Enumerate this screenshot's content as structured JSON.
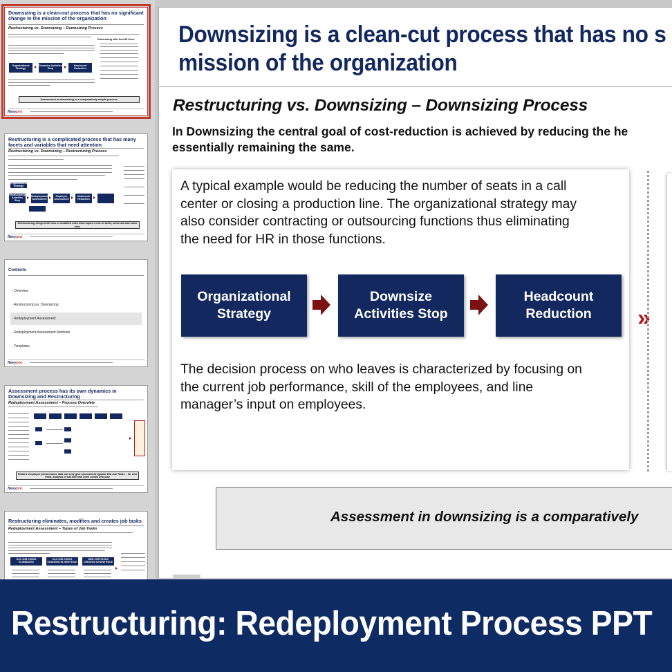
{
  "slide": {
    "title_line1": "Downsizing is a clean-cut process that has no s",
    "title_line2": "mission of the organization",
    "subtitle": "Restructuring vs. Downsizing – Downsizing Process",
    "lead_line1": "In Downsizing the central goal of cost-reduction is achieved by reducing the he",
    "lead_line2": "essentially remaining the same.",
    "para1_lines": [
      "A typical example would be reducing the number of seats in a call",
      "center or closing a production line.  The organizational strategy may",
      "also consider contracting or outsourcing functions thus eliminating",
      "the need for HR in those functions."
    ],
    "steps": [
      {
        "line1": "Organizational",
        "line2": "Strategy"
      },
      {
        "line1": "Downsize",
        "line2": "Activities Stop"
      },
      {
        "line1": "Headcount",
        "line2": "Reduction"
      }
    ],
    "para2_lines": [
      "The decision process on who leaves is characterized by focusing on",
      "the current job performance, skill of the employees, and line",
      "manager’s input on employees."
    ],
    "chevron": "»",
    "callout": "Assessment in downsizing is a comparatively"
  },
  "thumbnails": [
    {
      "title": "Downsizing is a clean-out process that has no significant change in the mission of the organization",
      "subtitle": "Restructuring vs. Downsizing – Downsizing Process",
      "boxes": [
        "Organizational Strategy",
        "Downsize Activities Stop",
        "Headcount Reduction"
      ],
      "right_heading": "Downsizing with benefit from:",
      "callout": "Assessment in downsizing is a comparatively simple process.",
      "selected": true
    },
    {
      "title": "Restructuring is a complicated process that has many facets and variables that need attention",
      "subtitle": "Restructuring vs. Downsizing – Restructuring Process",
      "boxes": [
        "Organizational Strategy",
        "Restructuring Activities Stop",
        "Redeployment Assessment",
        "Employee Assessment",
        "Headcount Reduction"
      ],
      "callout": "Restructuring brings forth new or modified roles that require a mix of skills, some old and some new.",
      "selected": false
    },
    {
      "title": "Contents",
      "toc": [
        "Overview",
        "Restructuring vs. Downsizing",
        "Redeployment Assessment",
        "Redeployment Assessment Methods",
        "Templates"
      ],
      "selected": false
    },
    {
      "title": "Assessment process has its own dynamics in Downsizing and Restructuring",
      "subtitle": "Redeployment Assessment – Process Overview",
      "callout": "Historic employee performance data can only give assessment against Old Job Tasks – for new roles, analysis of old and new roles comes into play",
      "selected": false
    },
    {
      "title": "Restructuring eliminates, modifies and creates job tasks",
      "subtitle": "Redeployment Assessment – Types of Job Tasks",
      "boxes": [
        "OLD JOB TASKS ELIMINATED",
        "OLD JOB TASKS CHANGED IN NEW ROLE",
        "NEW JOB TASKS CREATED IN NEW ROLE"
      ],
      "selected": false
    }
  ],
  "thumb_footer": {
    "logo_a": "flevy",
    "logo_b": "pro"
  },
  "banner": {
    "title": "Restructuring: Redeployment Process PPT"
  },
  "colors": {
    "navy": "#13285e",
    "banner": "#0e2b63",
    "accent_red": "#b3171c"
  }
}
